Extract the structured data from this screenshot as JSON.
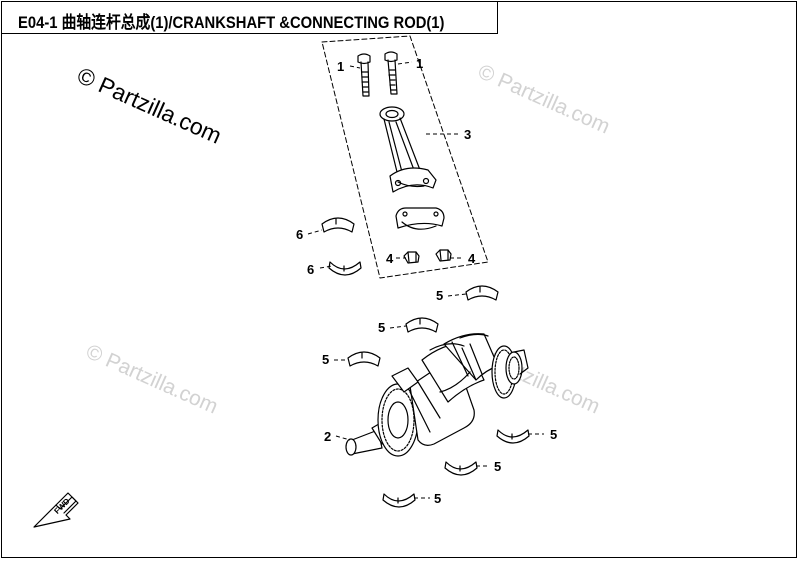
{
  "title": "E04-1 曲轴连杆总成(1)/CRANKSHAFT &CONNECTING ROD(1)",
  "watermark": "© Partzilla.com",
  "callouts": [
    "1",
    "1",
    "3",
    "6",
    "6",
    "4",
    "4",
    "5",
    "5",
    "5",
    "2",
    "5",
    "5",
    "5"
  ],
  "direction_label": "FWD",
  "colors": {
    "line": "#000000",
    "watermark_light": "#d2d2d2",
    "background": "#ffffff"
  }
}
